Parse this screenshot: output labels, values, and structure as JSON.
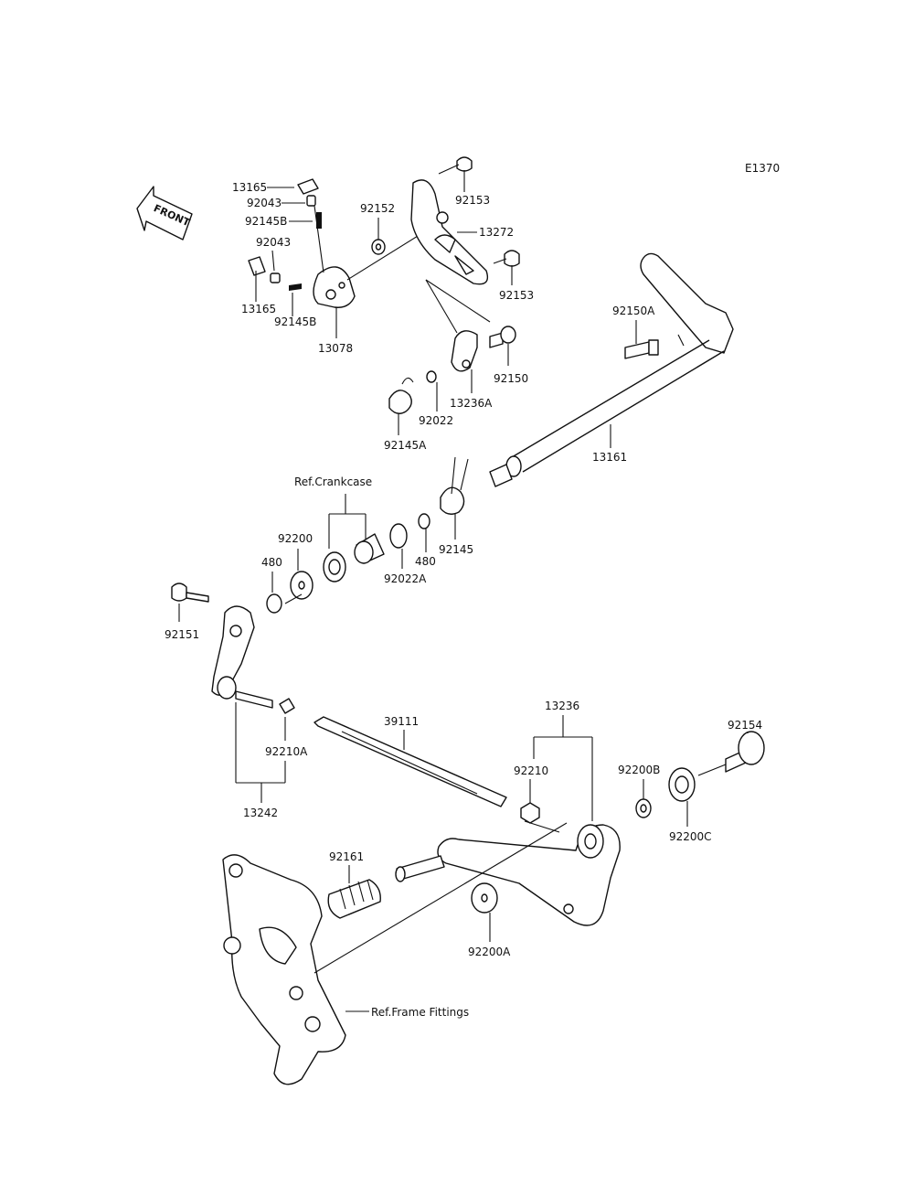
{
  "diagram_code": "E1370",
  "front_label": "FRONT",
  "refs": {
    "crankcase": "Ref.Crankcase",
    "frame_fittings": "Ref.Frame Fittings"
  },
  "labels": {
    "p13165_top": "13165",
    "p92043_top": "92043",
    "p92145B_top": "92145B",
    "p92043_mid": "92043",
    "p13165_bot": "13165",
    "p92145B_bot": "92145B",
    "p13078": "13078",
    "p92152": "92152",
    "p92153_top": "92153",
    "p13272": "13272",
    "p92153_mid": "92153",
    "p92150A": "92150A",
    "p92150": "92150",
    "p13236A": "13236A",
    "p92022": "92022",
    "p92145A": "92145A",
    "p13161": "13161",
    "p92145": "92145",
    "p480_right": "480",
    "p92022A": "92022A",
    "p92200": "92200",
    "p480_left": "480",
    "p92151": "92151",
    "p92210A": "92210A",
    "p13242": "13242",
    "p39111": "39111",
    "p13236": "13236",
    "p92210": "92210",
    "p92200B": "92200B",
    "p92154": "92154",
    "p92200C": "92200C",
    "p92161": "92161",
    "p92200A": "92200A"
  }
}
